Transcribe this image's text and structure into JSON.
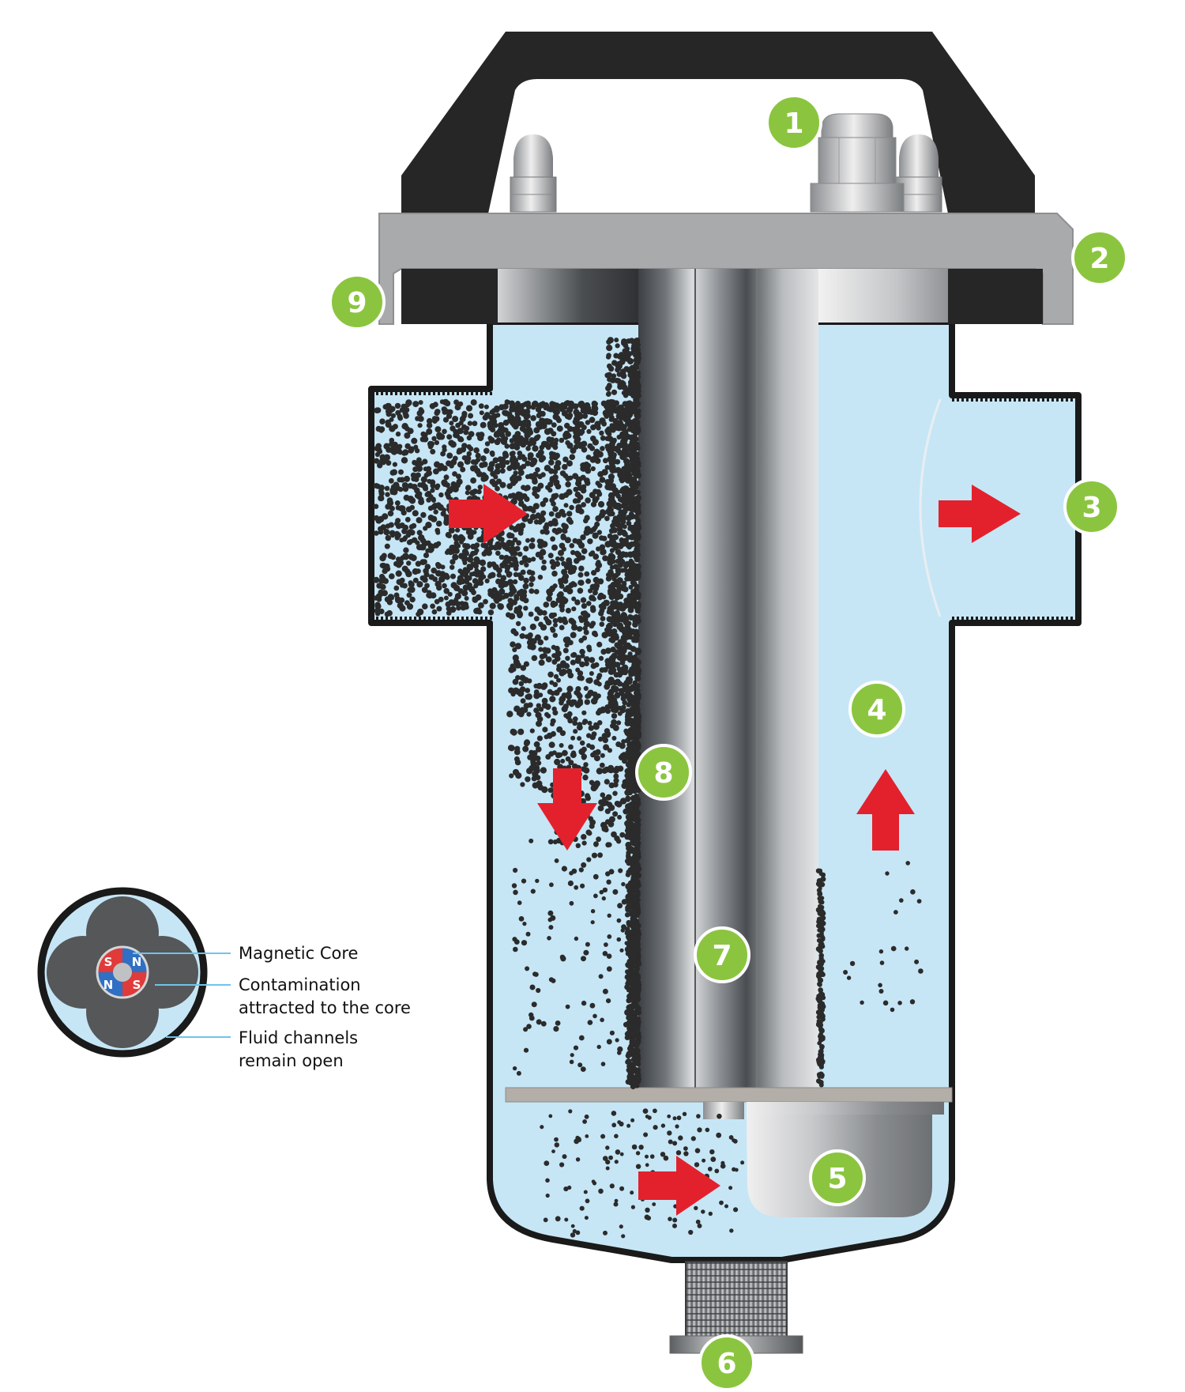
{
  "callouts": [
    {
      "id": "1",
      "label": "1"
    },
    {
      "id": "2",
      "label": "2"
    },
    {
      "id": "3",
      "label": "3"
    },
    {
      "id": "4",
      "label": "4"
    },
    {
      "id": "5",
      "label": "5"
    },
    {
      "id": "6",
      "label": "6"
    },
    {
      "id": "7",
      "label": "7"
    },
    {
      "id": "8",
      "label": "8"
    },
    {
      "id": "9",
      "label": "9"
    }
  ],
  "legend": {
    "magnetic_core": "Magnetic Core",
    "contamination_line1": "Contamination",
    "contamination_line2": "attracted to the core",
    "fluid_line1": "Fluid channels",
    "fluid_line2": "remain open"
  },
  "magnet_poles": {
    "tl": "S",
    "tr": "N",
    "bl": "N",
    "br": "S"
  },
  "colors": {
    "fluid": "#c6e6f6",
    "housing_outline": "#1a1a1a",
    "arrow": "#e3212c",
    "badge": "#8bc53f",
    "handle": "#262626",
    "lid": "#a9aaac",
    "particle": "#2b2b2b",
    "magnet_red": "#e03a3a",
    "magnet_blue": "#2f6fc4"
  }
}
